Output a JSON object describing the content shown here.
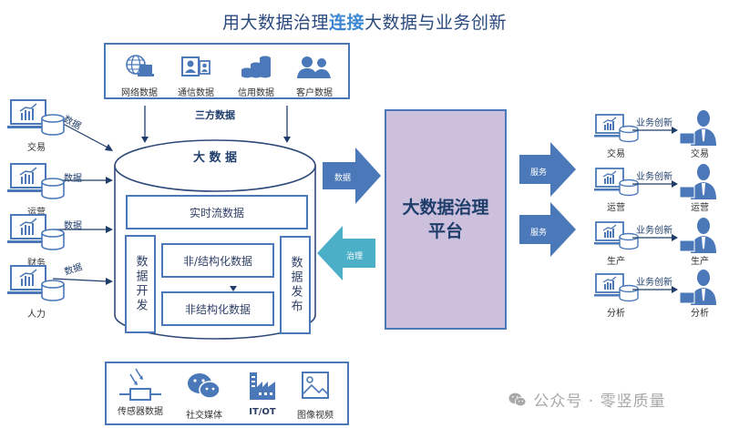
{
  "title": {
    "part1": "用大数据治理",
    "highlight": "连接",
    "part2": "大数据与业务创新"
  },
  "third_party": {
    "label": "三方数据",
    "items": [
      {
        "label": "网络数据",
        "icon": "globe-laptop-icon"
      },
      {
        "label": "通信数据",
        "icon": "contact-card-icon"
      },
      {
        "label": "信用数据",
        "icon": "coin-stack-icon"
      },
      {
        "label": "客户数据",
        "icon": "users-icon"
      }
    ]
  },
  "left_sources": [
    {
      "label": "交易",
      "edge_label": "数据"
    },
    {
      "label": "运营",
      "edge_label": "数据"
    },
    {
      "label": "财务",
      "edge_label": "数据"
    },
    {
      "label": "人力",
      "edge_label": "数据"
    }
  ],
  "big_data": {
    "title": "大 数 据",
    "realtime": "实时流数据",
    "dev": "数据开发",
    "structured": "非/结构化数据",
    "unstructured": "非结构化数据",
    "publish": "数据发布"
  },
  "bottom_sources": [
    {
      "label": "传感器数据",
      "icon": "sensor-icon"
    },
    {
      "label": "社交媒体",
      "icon": "wechat-icon"
    },
    {
      "label": "IT/OT",
      "icon": "factory-icon"
    },
    {
      "label": "图像视频",
      "icon": "image-icon"
    }
  ],
  "flows": {
    "data": "数据",
    "governance": "治理",
    "service1": "服务",
    "service2": "服务"
  },
  "platform": {
    "label": "大数据治理平台"
  },
  "outputs": [
    {
      "system": "交易",
      "edge_label": "业务创新",
      "user": "交易"
    },
    {
      "system": "运营",
      "edge_label": "业务创新",
      "user": "运营"
    },
    {
      "system": "生产",
      "edge_label": "业务创新",
      "user": "生产"
    },
    {
      "system": "分析",
      "edge_label": "业务创新",
      "user": "分析"
    }
  ],
  "watermark": {
    "text": "公众号 · 零竖质量",
    "icon": "wechat-icon"
  },
  "colors": {
    "primary": "#4a78b8",
    "dark": "#1f3d6b",
    "highlight": "#3b86d0",
    "platform": "#ccc0dc",
    "governance_arrow": "#4bafc8"
  }
}
